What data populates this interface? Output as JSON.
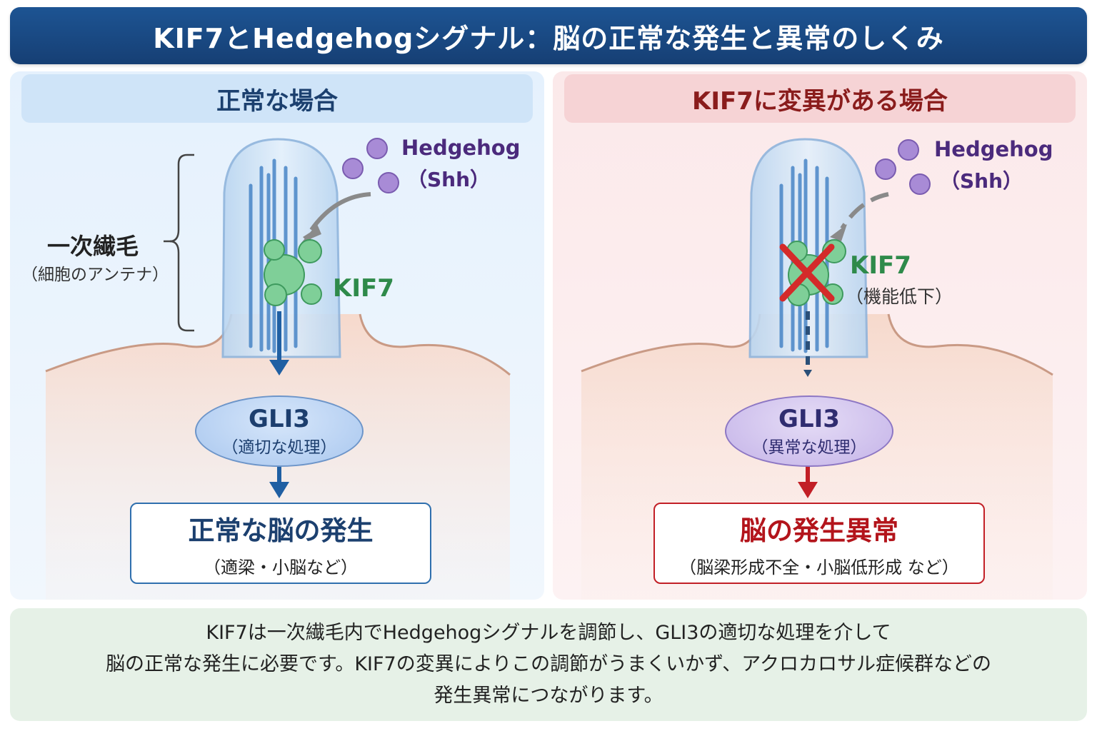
{
  "title": "KIF7とHedgehogシグナル：脳の正常な発生と異常のしくみ",
  "left_panel": {
    "header": "正常な場合",
    "hedgehog_name": "Hedgehog",
    "hedgehog_sub": "（Shh）",
    "cilia_label": "一次繊毛",
    "cilia_sub": "（細胞のアンテナ）",
    "kif7_label": "KIF7",
    "gli3_name": "GLI3",
    "gli3_sub": "（適切な処理）",
    "result_title": "正常な脳の発生",
    "result_sub": "（適梁・小脳など）"
  },
  "right_panel": {
    "header": "KIF7に変異がある場合",
    "hedgehog_name": "Hedgehog",
    "hedgehog_sub": "（Shh）",
    "kif7_label": "KIF7",
    "kif7_sub": "（機能低下）",
    "gli3_name": "GLI3",
    "gli3_sub": "（異常な処理）",
    "result_title": "脳の発生異常",
    "result_sub": "（脳梁形成不全・小脳低形成 など）"
  },
  "summary_lines": [
    "KIF7は一次繊毛内でHedgehogシグナルを調節し、GLI3の適切な処理を介して",
    "脳の正常な発生に必要です。KIF7の変異によりこの調節がうまくいかず、アクロカロサル症候群などの",
    "発生異常につながります。"
  ],
  "colors": {
    "title_bg": "#1d5493",
    "normal_accent": "#1f5fa3",
    "abnormal_accent": "#b3141b",
    "kif7_green": "#2e8a4a",
    "hedgehog_purple": "#4b2a7c",
    "summary_bg": "#e6f1e7"
  },
  "icons": [
    "hedgehog-molecule-icon",
    "kif7-protein-icon",
    "inhibition-x-icon",
    "cilium-icon"
  ]
}
